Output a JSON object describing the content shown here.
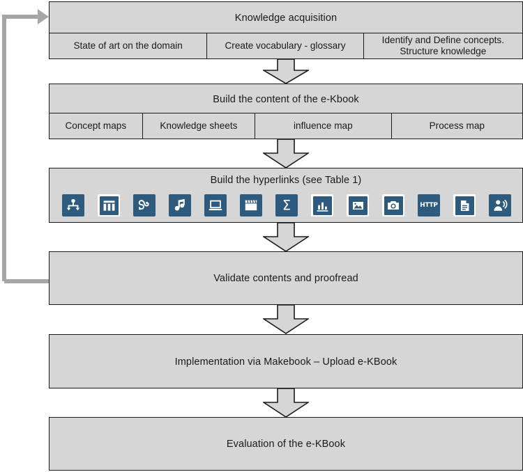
{
  "diagram": {
    "title": "e-KBook production process flowchart",
    "colors": {
      "box_fill": "#d6d6d6",
      "box_border": "#1a1a1a",
      "arrow_fill": "#d6d6d6",
      "arrow_border": "#1a1a1a",
      "icon_fill": "#2e5a7d",
      "loop_line": "#a6a6a6",
      "page_background": "#ffffff"
    },
    "nodes": [
      {
        "id": "knowledge-acquisition",
        "title": "Knowledge acquisition",
        "subcells": [
          "State of art on the domain",
          "Create vocabulary - glossary",
          "Identify and Define concepts. Structure knowledge"
        ]
      },
      {
        "id": "build-content",
        "title": "Build the content of the e-Kbook",
        "subcells": [
          "Concept maps",
          "Knowledge sheets",
          "influence map",
          "Process map"
        ]
      },
      {
        "id": "build-hyperlinks",
        "title": "Build the hyperlinks (see Table 1)",
        "icons": [
          "concept-map-icon",
          "table-icon",
          "3d-model-icon",
          "audio-note-icon",
          "presentation-icon",
          "video-clapperboard-icon",
          "formula-sigma-icon",
          "bar-chart-icon",
          "picture-icon",
          "camera-icon",
          "http-link-icon",
          "document-icon",
          "speaker-person-icon"
        ]
      },
      {
        "id": "validate-contents",
        "title": "Validate contents and proofread",
        "subcells": []
      },
      {
        "id": "implementation",
        "title": "Implementation  via Makebook – Upload e-KBook",
        "subcells": []
      },
      {
        "id": "evaluation",
        "title": "Evaluation of  the e-KBook",
        "subcells": []
      }
    ],
    "connectors": [
      {
        "id": "arrow-1",
        "from": "knowledge-acquisition",
        "to": "build-content",
        "type": "block-arrow-down"
      },
      {
        "id": "arrow-2",
        "from": "build-content",
        "to": "build-hyperlinks",
        "type": "block-arrow-down"
      },
      {
        "id": "arrow-3",
        "from": "build-hyperlinks",
        "to": "validate-contents",
        "type": "block-arrow-down"
      },
      {
        "id": "arrow-4",
        "from": "validate-contents",
        "to": "implementation",
        "type": "block-arrow-down"
      },
      {
        "id": "arrow-5",
        "from": "implementation",
        "to": "evaluation",
        "type": "block-arrow-down"
      },
      {
        "id": "feedback-loop",
        "from": "validate-contents",
        "to": "knowledge-acquisition",
        "type": "line-arrow-left-up"
      }
    ]
  }
}
